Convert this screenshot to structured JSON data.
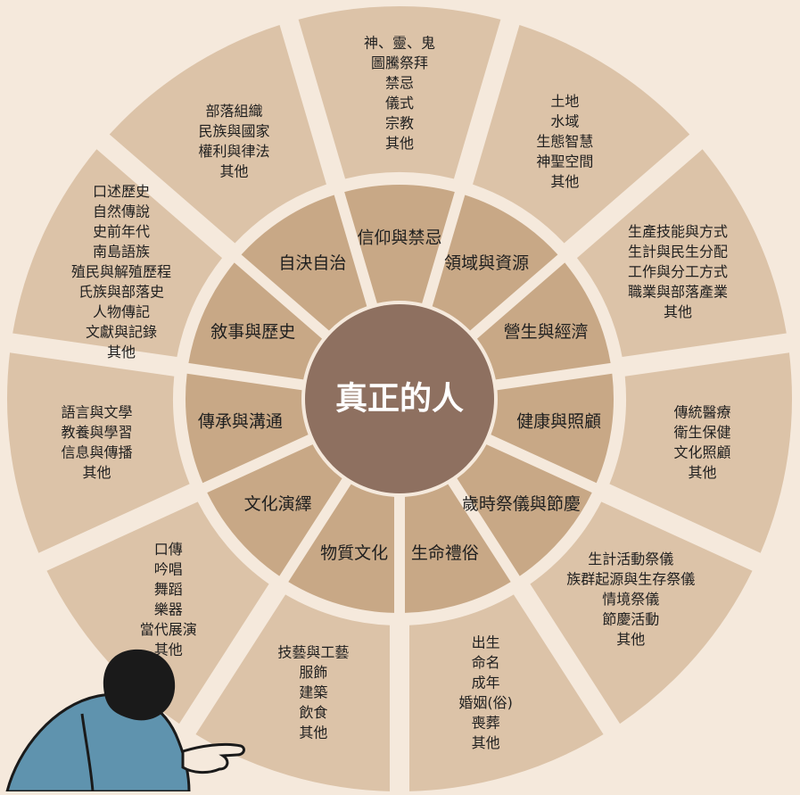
{
  "colors": {
    "background": "#f5e9dc",
    "outer_ring": "#dcc3a8",
    "inner_ring": "#c8a886",
    "center": "#8e7060",
    "text": "#1f1f1f",
    "center_text": "#ffffff",
    "figure_shirt": "#5f93ae",
    "figure_line": "#1a1a1a"
  },
  "center": {
    "label": "真正的人"
  },
  "sectors": [
    {
      "inner": "信仰與禁忌",
      "outer": [
        "神、靈、鬼",
        "圖騰祭拜",
        "禁忌",
        "儀式",
        "宗教",
        "其他"
      ]
    },
    {
      "inner": "領域與資源",
      "outer": [
        "土地",
        "水域",
        "生態智慧",
        "神聖空間",
        "其他"
      ]
    },
    {
      "inner": "營生與經濟",
      "outer": [
        "生產技能與方式",
        "生計與民生分配",
        "工作與分工方式",
        "職業與部落產業",
        "其他"
      ]
    },
    {
      "inner": "健康與照顧",
      "outer": [
        "傳統醫療",
        "衛生保健",
        "文化照顧",
        "其他"
      ]
    },
    {
      "inner": "歲時祭儀與節慶",
      "outer": [
        "生計活動祭儀",
        "族群起源與生存祭儀",
        "情境祭儀",
        "節慶活動",
        "其他"
      ]
    },
    {
      "inner": "生命禮俗",
      "outer": [
        "出生",
        "命名",
        "成年",
        "婚姻(俗)",
        "喪葬",
        "其他"
      ]
    },
    {
      "inner": "物質文化",
      "outer": [
        "技藝與工藝",
        "服飾",
        "建築",
        "飲食",
        "其他"
      ]
    },
    {
      "inner": "文化演繹",
      "outer": [
        "口傳",
        "吟唱",
        "舞蹈",
        "樂器",
        "當代展演",
        "其他"
      ]
    },
    {
      "inner": "傳承與溝通",
      "outer": [
        "語言與文學",
        "教養與學習",
        "信息與傳播",
        "其他"
      ]
    },
    {
      "inner": "敘事與歷史",
      "outer": [
        "口述歷史",
        "自然傳說",
        "史前年代",
        "南島語族",
        "殖民與解殖歷程",
        "氏族與部落史",
        "人物傳記",
        "文獻與記錄",
        "其他"
      ]
    },
    {
      "inner": "自決自治",
      "outer": [
        "部落組織",
        "民族與國家",
        "權利與律法",
        "其他"
      ]
    }
  ]
}
